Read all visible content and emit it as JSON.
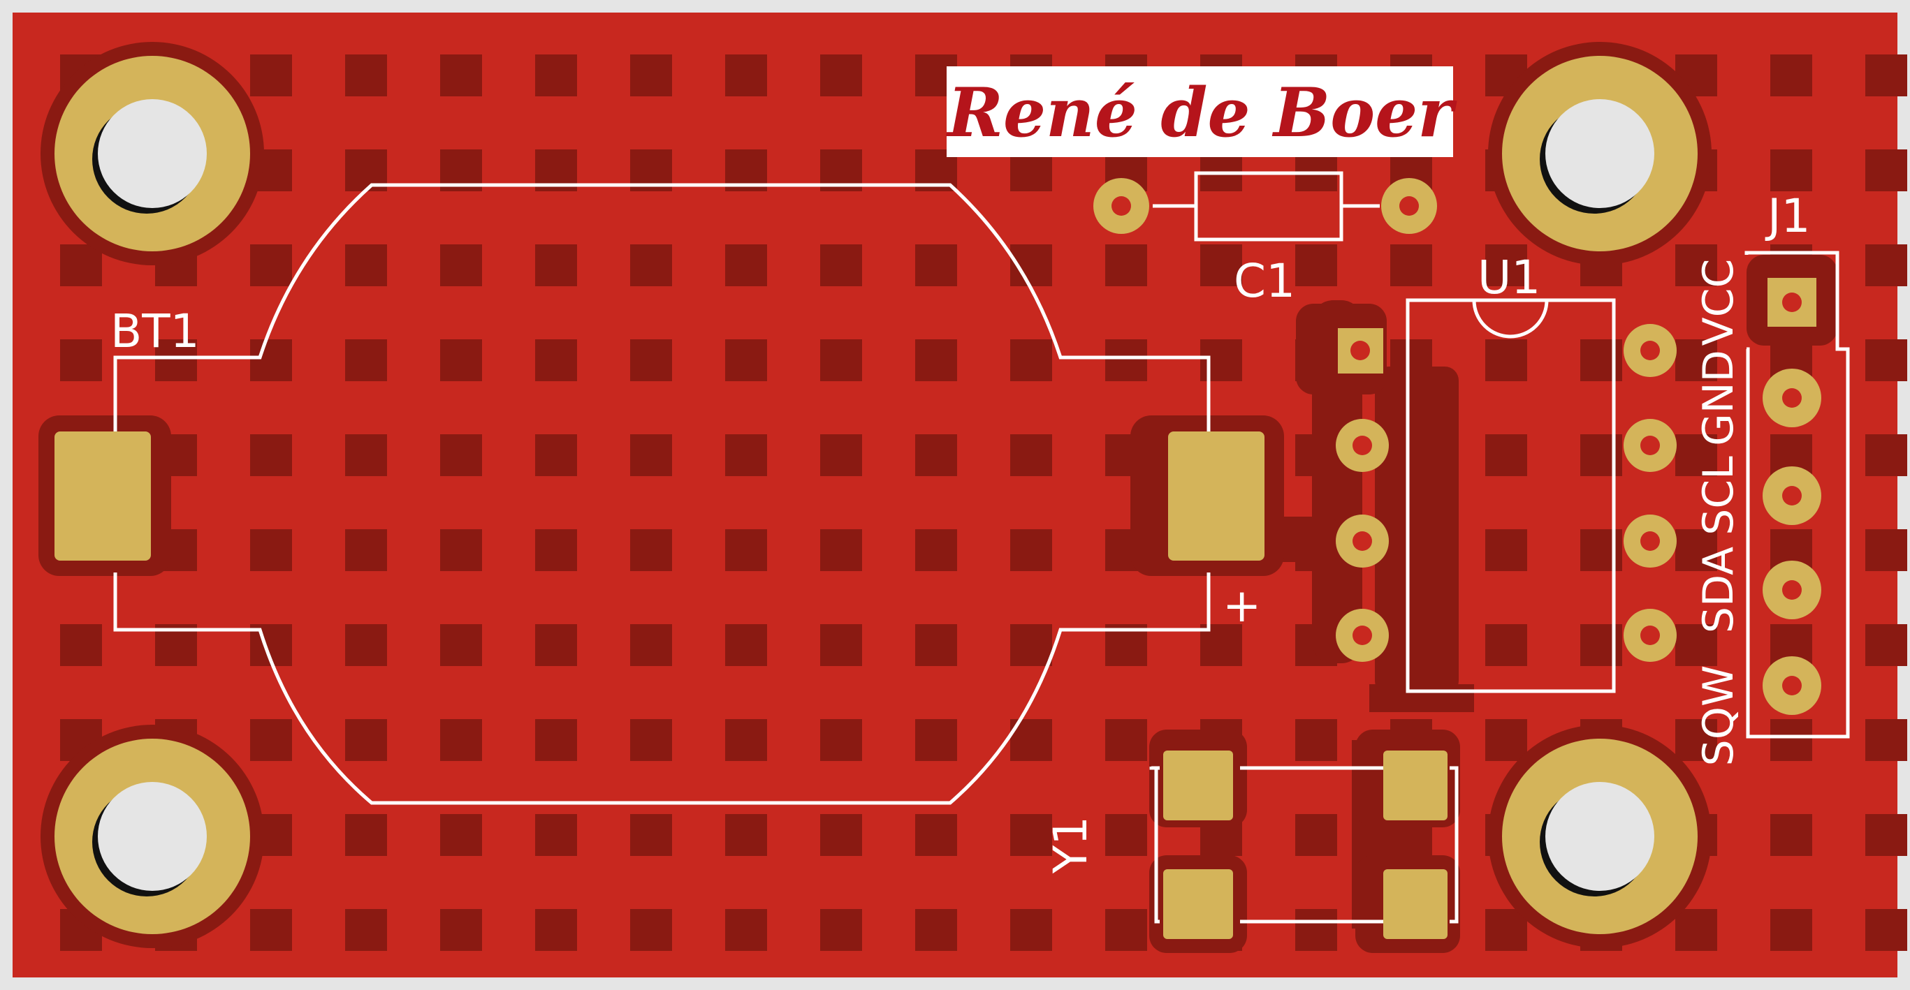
{
  "board": {
    "colors": {
      "background": "#e5e5e5",
      "substrate": "#c8281f",
      "copper_dark": "#8a1a12",
      "pad_gold": "#d4b45a",
      "silkscreen": "#ffffff",
      "hole": "#e5e5e5",
      "logo_text": "#b5141b"
    },
    "logo": {
      "text": "René de Boer"
    },
    "components": {
      "battery": {
        "ref": "BT1",
        "polarity": "+"
      },
      "capacitor": {
        "ref": "C1"
      },
      "ic": {
        "ref": "U1"
      },
      "connector": {
        "ref": "J1",
        "pins": [
          "VCC",
          "GND",
          "SCL",
          "SDA",
          "SQW"
        ]
      },
      "crystal": {
        "ref": "Y1"
      }
    }
  }
}
